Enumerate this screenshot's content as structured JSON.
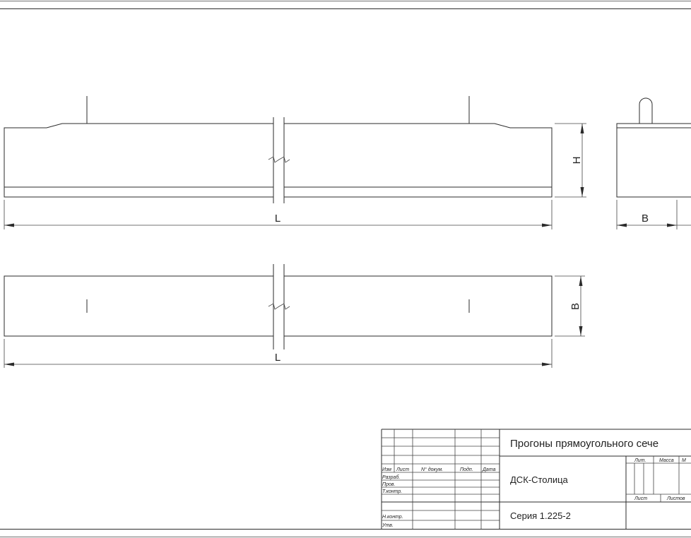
{
  "drawing": {
    "elevation_length_label": "L",
    "elevation_height_label": "H",
    "section_width_label": "B",
    "plan_length_label": "L",
    "plan_width_label": "B"
  },
  "title_block": {
    "header_labels": [
      "Изм",
      "Лист",
      "N° докум.",
      "Подп.",
      "Дата"
    ],
    "role_labels": [
      "Разраб.",
      "Пров.",
      "Т.контр.",
      "",
      "Н.контр.",
      "Утв."
    ],
    "title": "Прогоны прямоугольного сече",
    "organization": "ДСК-Столица",
    "series": "Серия 1.225-2",
    "lit_label": "Лит.",
    "mass_label": "Масса",
    "scale_label": "М",
    "sheet_label": "Лист",
    "sheets_label": "Листов"
  }
}
